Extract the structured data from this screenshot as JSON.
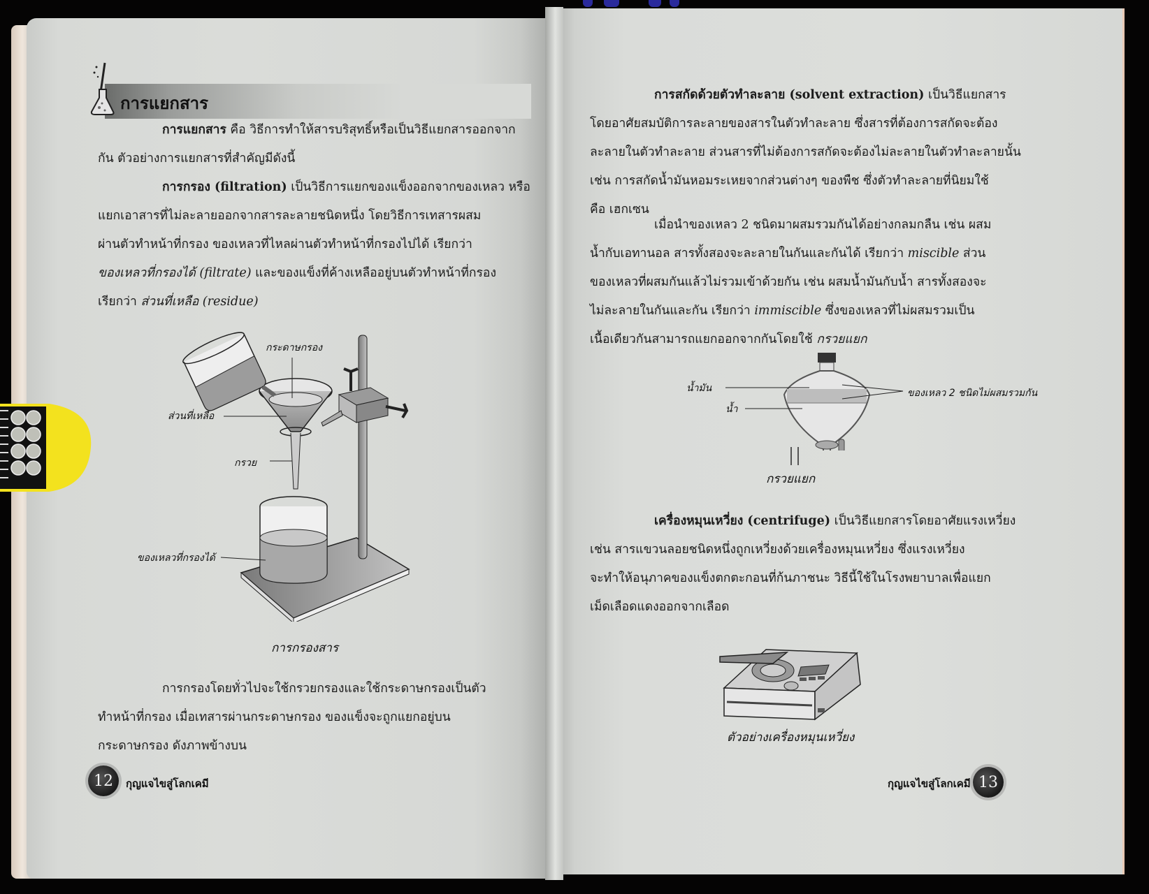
{
  "left_page": {
    "chapter_title": "การแยกสาร",
    "intro": {
      "term": "การแยกสาร",
      "text_line1_rest": " คือ วิธีการทำให้สารบริสุทธิ์หรือเป็นวิธีแยกสารออกจาก",
      "text_line2": "กัน  ตัวอย่างการแยกสารที่สำคัญมีดังนี้"
    },
    "filtration": {
      "term": "การกรอง (filtration)",
      "line1_rest": " เป็นวิธีการแยกของแข็งออกจากของเหลว หรือ",
      "line2": "แยกเอาสารที่ไม่ละลายออกจากสารละลายชนิดหนึ่ง   โดยวิธีการเทสารผสม",
      "line3": "ผ่านตัวทำหน้าที่กรอง   ของเหลวที่ไหลผ่านตัวทำหน้าที่กรองไปได้   เรียกว่า",
      "line4_italic": "ของเหลวที่กรองได้  (filtrate)",
      "line4_rest": "  และของแข็งที่ค้างเหลืออยู่บนตัวทำหน้าที่กรอง",
      "line5_prefix": "เรียกว่า  ",
      "line5_italic": "ส่วนที่เหลือ  (residue)"
    },
    "filtration_figure": {
      "labels": {
        "filter_paper": "กระดาษกรอง",
        "residue": "ส่วนที่เหลือ",
        "funnel": "กรวย",
        "filtrate": "ของเหลวที่กรองได้"
      },
      "caption": "การกรองสาร"
    },
    "closing": {
      "line1": "การกรองโดยทั่วไปจะใช้กรวยกรองและใช้กระดาษกรองเป็นตัว",
      "line2": "ทำหน้าที่กรอง   เมื่อเทสารผ่านกระดาษกรอง   ของแข็งจะถูกแยกอยู่บน",
      "line3": "กระดาษกรอง  ดังภาพข้างบน"
    },
    "footer": {
      "page_number": "12",
      "book_title": "กุญแจไขสู่โลกเคมี"
    }
  },
  "right_page": {
    "solvent_extraction": {
      "term": "การสกัดด้วยตัวทำละลาย (solvent  extraction)",
      "line1_rest": "  เป็นวิธีแยกสาร",
      "line2": "โดยอาศัยสมบัติการละลายของสารในตัวทำละลาย  ซึ่งสารที่ต้องการสกัดจะต้อง",
      "line3": "ละลายในตัวทำละลาย ส่วนสารที่ไม่ต้องการสกัดจะต้องไม่ละลายในตัวทำละลายนั้น",
      "line4": "เช่น  การสกัดน้ำมันหอมระเหยจากส่วนต่างๆ  ของพืช  ซึ่งตัวทำละลายที่นิยมใช้",
      "line5": "คือ  เฮกเซน"
    },
    "miscibility": {
      "line1": "เมื่อนำของเหลว 2 ชนิดมาผสมรวมกันได้อย่างกลมกลืน  เช่น  ผสม",
      "line2_pre": "น้ำกับเอทานอล สารทั้งสองจะละลายในกันและกันได้  เรียกว่า  ",
      "line2_italic": "miscible",
      "line2_post": "  ส่วน",
      "line3": "ของเหลวที่ผสมกันแล้วไม่รวมเข้าด้วยกัน เช่น ผสมน้ำมันกับน้ำ สารทั้งสองจะ",
      "line4_pre": "ไม่ละลายในกันและกัน เรียกว่า ",
      "line4_italic": "immiscible",
      "line4_post": "   ซึ่งของเหลวที่ไม่ผสมรวมเป็น",
      "line5_pre": "เนื้อเดียวกันสามารถแยกออกจากกันโดยใช้ ",
      "line5_italic": "กรวยแยก"
    },
    "funnel_figure": {
      "labels": {
        "oil": "น้ำมัน",
        "water": "น้ำ",
        "immiscible_liquids": "ของเหลว 2 ชนิดไม่ผสมรวมกัน"
      },
      "caption": "กรวยแยก"
    },
    "centrifuge": {
      "term": "เครื่องหมุนเหวี่ยง (centrifuge)",
      "line1_rest": " เป็นวิธีแยกสารโดยอาศัยแรงเหวี่ยง",
      "line2": "เช่น    สารแขวนลอยชนิดหนึ่งถูกเหวี่ยงด้วยเครื่องหมุนเหวี่ยง    ซึ่งแรงเหวี่ยง",
      "line3": "จะทำให้อนุภาคของแข็งตกตะกอนที่ก้นภาชนะ   วิธีนี้ใช้ในโรงพยาบาลเพื่อแยก",
      "line4": "เม็ดเลือดแดงออกจากเลือด"
    },
    "centrifuge_figure": {
      "caption": "ตัวอย่างเครื่องหมุนเหวี่ยง"
    },
    "footer": {
      "page_number": "13",
      "book_title": "กุญแจไขสู่โลกเคมี"
    }
  },
  "colors": {
    "page": "#dadcd9",
    "background": "#050404",
    "bookmark_yellow": "#f3e21e",
    "text": "#1b1b1b"
  }
}
